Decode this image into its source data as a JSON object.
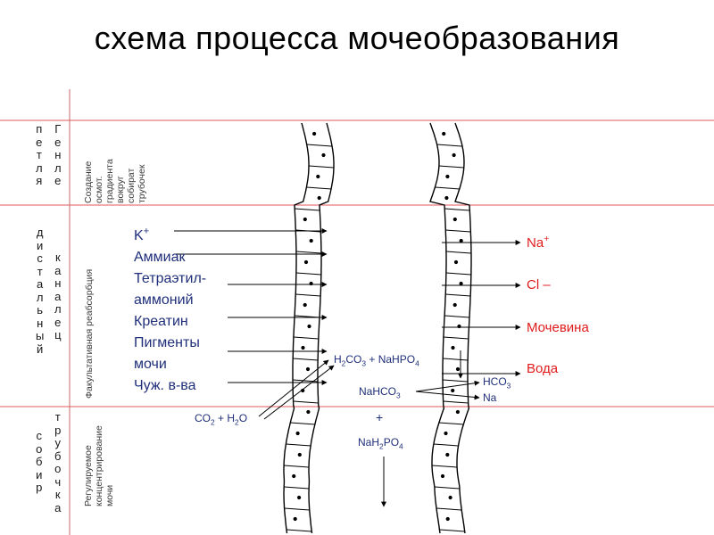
{
  "title": "схема процесса мочеобразования",
  "segments": {
    "loop": {
      "col1": "петля",
      "col2": "Генле",
      "description": "Создание\nосмот.\nградиента\nвокруг\nсобират\nтрубочек"
    },
    "distal": {
      "col1": "дистальный",
      "col2": "каналец",
      "description": "Факультативная реабсорбция"
    },
    "collecting": {
      "col1": "собир",
      "col2": "трубочка",
      "description": "Регулируемое\nконцентрирование\nмочи"
    }
  },
  "secreted": [
    "K+",
    "Аммиак",
    "Тетраэтил-",
    "аммоний",
    "Креатин",
    "Пигменты",
    "мочи",
    "Чуж. в-ва"
  ],
  "reabsorbed": {
    "na": "Na+",
    "cl": "Cl –",
    "urea": "Мочевина",
    "water": "Вода"
  },
  "chemistry": {
    "reaction1_a": "H2CO3",
    "reaction1_plus": "+",
    "reaction1_b": "NaHPO4",
    "product_bicarbonate": "NaHCO3",
    "ion_hco3": "HCO3",
    "ion_na": "Na",
    "plus": "+",
    "product_dihydrogen": "NaH2PO4",
    "co2_plus_h2o": "CO2 + H2O"
  },
  "colors": {
    "guide_lines": "#e05a5a",
    "left_rule": "#c86a6a",
    "blue_text": "#1f2f7a",
    "red_text": "#e01b1b",
    "tubule": "#000000"
  }
}
